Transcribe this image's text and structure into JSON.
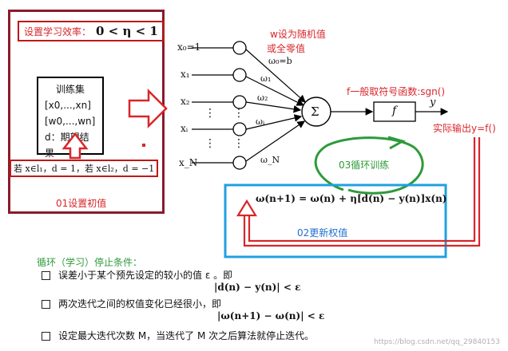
{
  "left": {
    "title": "设置学习效率：",
    "eta_formula": "0 < η < 1",
    "training_set": {
      "heading": "训练集",
      "x_line": "[x0,...,xn]",
      "w_line": "[w0,...,wn]",
      "d_line": "d：期望结果"
    },
    "condition": "若 x∈l₁，d = 1，若 x∈l₂，d = −1",
    "caption": "01设置初值"
  },
  "network": {
    "inputs": [
      "x₀=1",
      "x₁",
      "x₂",
      "xᵢ",
      "x_N"
    ],
    "weights": [
      "ω₀=b",
      "ω₁",
      "ω₂",
      "ωᵢ",
      "ω_N"
    ],
    "dots": "⋮",
    "sum_symbol": "Σ",
    "f_symbol": "f",
    "y_symbol": "y",
    "w_note": [
      "w设为随机值",
      "或全零值"
    ],
    "f_note": "f一般取符号函数:sgn()",
    "output_note": "实际输出y=f()"
  },
  "training": {
    "loop_label": "03循环训练",
    "update_formula": "ω(n+1) = ω(n) + η[d(n) − y(n)]x(n)",
    "update_label": "02更新权值"
  },
  "stop": {
    "title": "循环（学习）停止条件：",
    "items": [
      {
        "text": "误差小于某个预先设定的较小的值 ε 。即",
        "formula": "|d(n) − y(n)| < ε"
      },
      {
        "text": "两次迭代之间的权值变化已经很小，即",
        "formula": "|ω(n+1) − ω(n)| < ε"
      },
      {
        "text": "设定最大迭代次数 M，当迭代了 M 次之后算法就停止迭代。",
        "formula": ""
      }
    ]
  },
  "watermark": "https://blog.csdn.net/qq_29840153"
}
